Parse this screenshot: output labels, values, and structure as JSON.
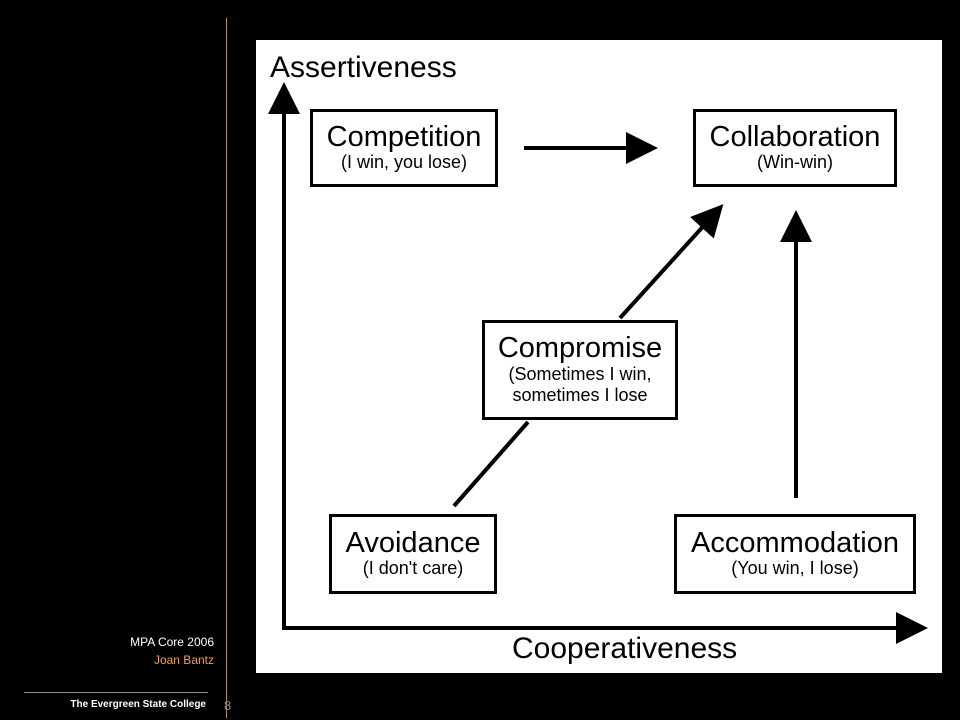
{
  "footer": {
    "course": "MPA Core 2006",
    "author": "Joan Bantz",
    "college": "The Evergreen State College",
    "page_number": "8"
  },
  "diagram": {
    "y_axis_label": "Assertiveness",
    "x_axis_label": "Cooperativeness",
    "nodes": [
      {
        "title": "Competition",
        "subtitle": "(I win, you lose)"
      },
      {
        "title": "Collaboration",
        "subtitle": "(Win-win)"
      },
      {
        "title": "Compromise",
        "subtitle": "(Sometimes I win,",
        "subtitle2": "sometimes I lose"
      },
      {
        "title": "Avoidance",
        "subtitle": "(I don't care)"
      },
      {
        "title": "Accommodation",
        "subtitle": "(You win, I lose)"
      }
    ],
    "edges": [
      {
        "from": "Competition",
        "to": "Collaboration"
      },
      {
        "from": "Avoidance",
        "to": "Compromise"
      },
      {
        "from": "Compromise",
        "to": "Collaboration"
      },
      {
        "from": "Accommodation",
        "to": "Collaboration"
      }
    ],
    "colors": {
      "slide_background": "#000000",
      "panel_background": "#ffffff",
      "ink": "#000000",
      "accent_divider": "#b38c64",
      "author_text": "#e8a05a"
    }
  }
}
